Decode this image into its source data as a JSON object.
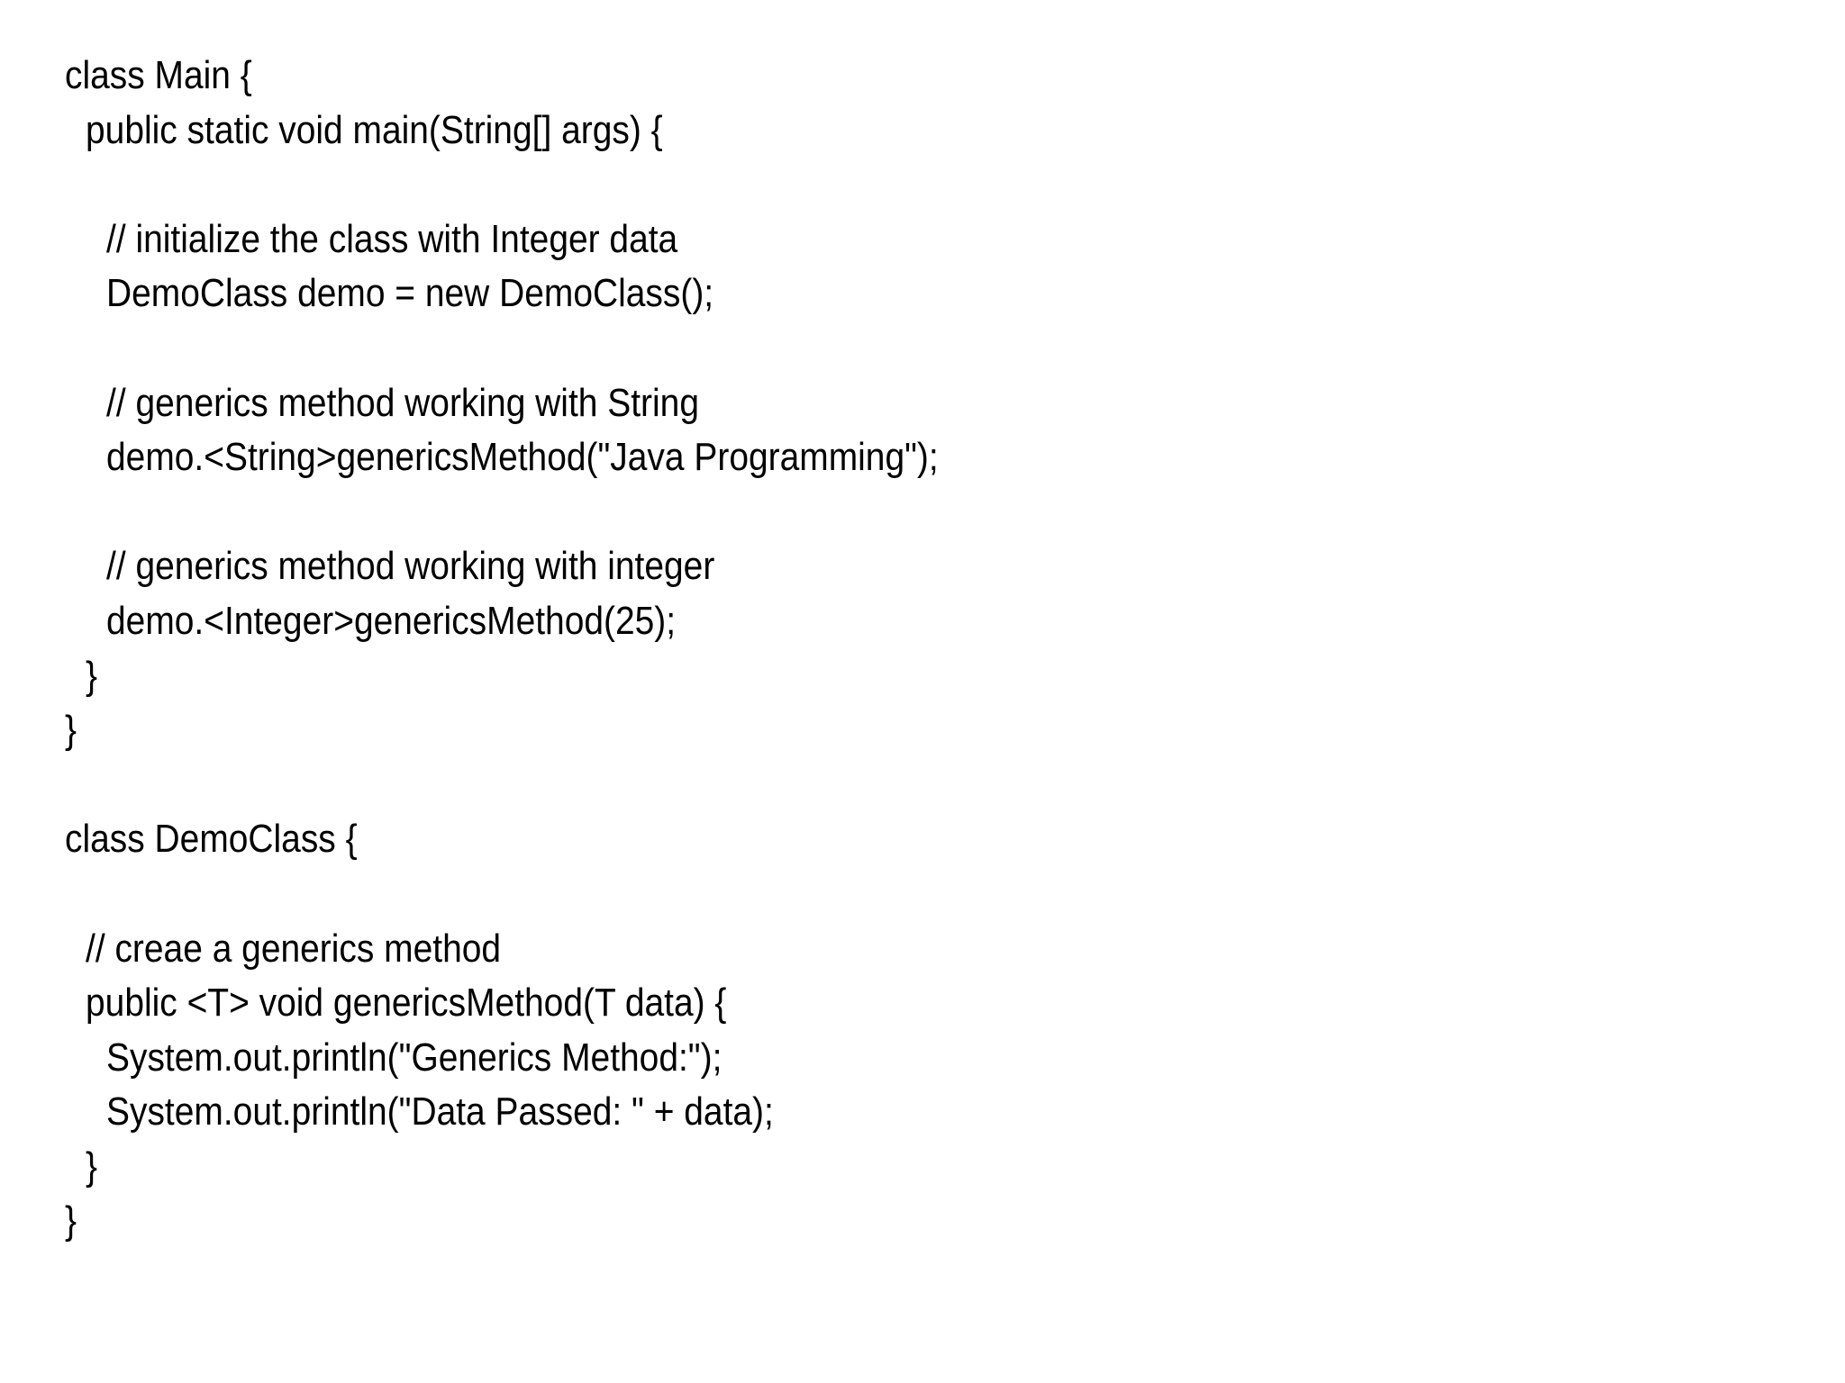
{
  "slide": {
    "background_color": "#ffffff",
    "text_color": "#000000",
    "code_lines": [
      {
        "indent": 0,
        "text": "class Main {"
      },
      {
        "indent": 1,
        "text": "public static void main(String[] args) {"
      },
      {
        "indent": 0,
        "text": ""
      },
      {
        "indent": 2,
        "text": "// initialize the class with Integer data"
      },
      {
        "indent": 2,
        "text": "DemoClass demo = new DemoClass();"
      },
      {
        "indent": 0,
        "text": ""
      },
      {
        "indent": 2,
        "text": "// generics method working with String"
      },
      {
        "indent": 2,
        "text": "demo.<String>genericsMethod(\"Java Programming\");"
      },
      {
        "indent": 0,
        "text": ""
      },
      {
        "indent": 2,
        "text": "// generics method working with integer"
      },
      {
        "indent": 2,
        "text": "demo.<Integer>genericsMethod(25);"
      },
      {
        "indent": 1,
        "text": "}"
      },
      {
        "indent": 0,
        "text": "}"
      },
      {
        "indent": 0,
        "text": ""
      },
      {
        "indent": 0,
        "text": "class DemoClass {"
      },
      {
        "indent": 0,
        "text": ""
      },
      {
        "indent": 1,
        "text": "// creae a generics method"
      },
      {
        "indent": 1,
        "text": "public <T> void genericsMethod(T data) {"
      },
      {
        "indent": 2,
        "text": "System.out.println(\"Generics Method:\");"
      },
      {
        "indent": 2,
        "text": "System.out.println(\"Data Passed: \" + data);"
      },
      {
        "indent": 1,
        "text": "}"
      },
      {
        "indent": 0,
        "text": "}"
      }
    ]
  }
}
